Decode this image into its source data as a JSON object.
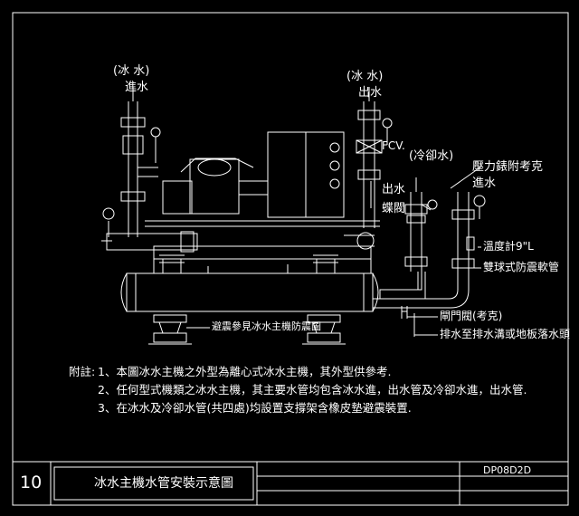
{
  "labels": {
    "chilled_in_paren": "(冰 水)",
    "chilled_in": "進水",
    "chilled_out_paren": "(冰 水)",
    "chilled_out": "出水",
    "fcv": "FCV.",
    "cooling_paren": "(冷卻水)",
    "cooling_out": "出水",
    "butterfly_valve": "蝶閥",
    "pressure_gauge": "壓力錶附考克",
    "cooling_in": "進水",
    "thermometer": "溫度計9\"L",
    "flex_joint": "雙球式防震軟管",
    "isolator_ref": "避震參見冰水主機防震圖",
    "gate_valve": "閘門閥(考克)",
    "drain": "排水至排水溝或地板落水頭"
  },
  "notes": {
    "title": "附註:",
    "n1": "1、本圖冰水主機之外型為離心式冰水主機，其外型供參考.",
    "n2": "2、任何型式機類之冰水主機，其主要水管均包含冰水進，出水管及冷卻水進，出水管.",
    "n3": "3、在冰水及冷卻水管(共四處)均設置支撐架含橡皮墊避震裝置."
  },
  "title_block": {
    "sheet_no": "10",
    "title": "冰水主機水管安裝示意圖",
    "code": "DP08D2D"
  },
  "colors": {
    "background": "#000000",
    "line": "#ffffff"
  }
}
